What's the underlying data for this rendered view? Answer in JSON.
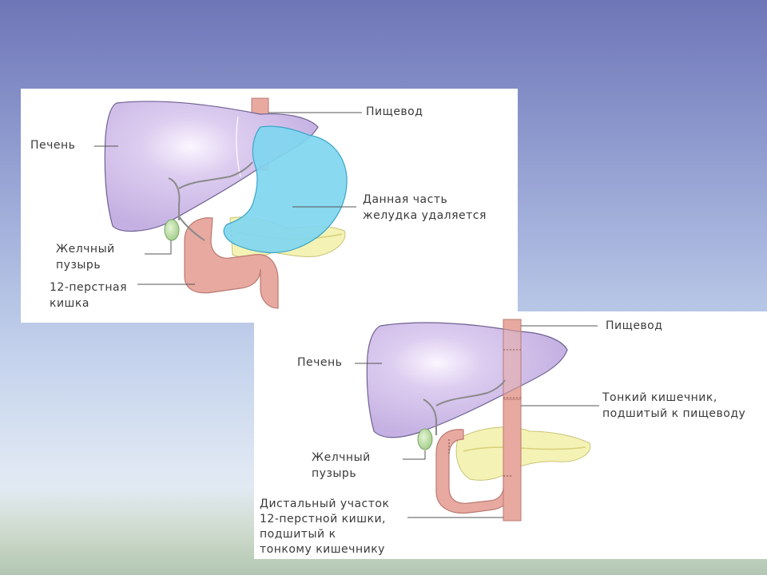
{
  "top_panel": {
    "labels": {
      "esophagus": "Пищевод",
      "liver": "Печень",
      "stomach_part_1": "Данная часть",
      "stomach_part_2": "желудка удаляется",
      "gallbladder_1": "Желчный",
      "gallbladder_2": "пузырь",
      "duodenum_1": "12-перстная",
      "duodenum_2": "кишка"
    }
  },
  "bottom_panel": {
    "labels": {
      "esophagus": "Пищевод",
      "liver": "Печень",
      "small_intestine_1": "Тонкий кишечник,",
      "small_intestine_2": "подшитый к пищеводу",
      "gallbladder_1": "Желчный",
      "gallbladder_2": "пузырь",
      "distal_1": "Дистальный участок",
      "distal_2": "12-перстной кишки,",
      "distal_3": "подшитый к",
      "distal_4": "тонкому кишечнику"
    }
  },
  "colors": {
    "liver": "#cbb8e6",
    "stomach": "#7fd6f0",
    "duodenum": "#e7a9a0",
    "pancreas": "#f4f2b4",
    "gallbladder": "#b8dca0"
  }
}
